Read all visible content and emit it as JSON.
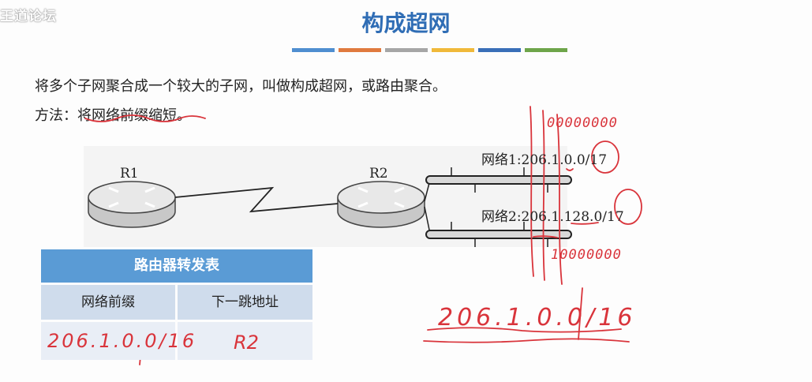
{
  "watermark": "王道论坛",
  "slide": {
    "title": "构成超网",
    "title_bar_colors": [
      "#4f8ed0",
      "#e07a3f",
      "#a6a6a6",
      "#f0b93a",
      "#3a6fb8",
      "#6ea54a"
    ],
    "line1": "将多个子网聚合成一个较大的子网，叫做构成超网，或路由聚合。",
    "line2": "方法：将网络前缀缩短。"
  },
  "diagram": {
    "router1_label": "R1",
    "router2_label": "R2",
    "network1_label": "网络1:206.1.0.0/17",
    "network2_label": "网络2:206.1.128.0/17"
  },
  "routing_table": {
    "title": "路由器转发表",
    "columns": [
      "网络前缀",
      "下一跳地址"
    ]
  },
  "handwriting": {
    "bits_top": "00000000",
    "bits_bottom": "10000000",
    "aggregate": "206.1.0.0/16",
    "table_prefix": "206.1.0.0/16",
    "table_nexthop": "R2"
  },
  "colors": {
    "title": "#2f6db5",
    "table_header": "#5a9bd5",
    "table_columns": "#cfdcec",
    "ink": "#d9343b"
  }
}
